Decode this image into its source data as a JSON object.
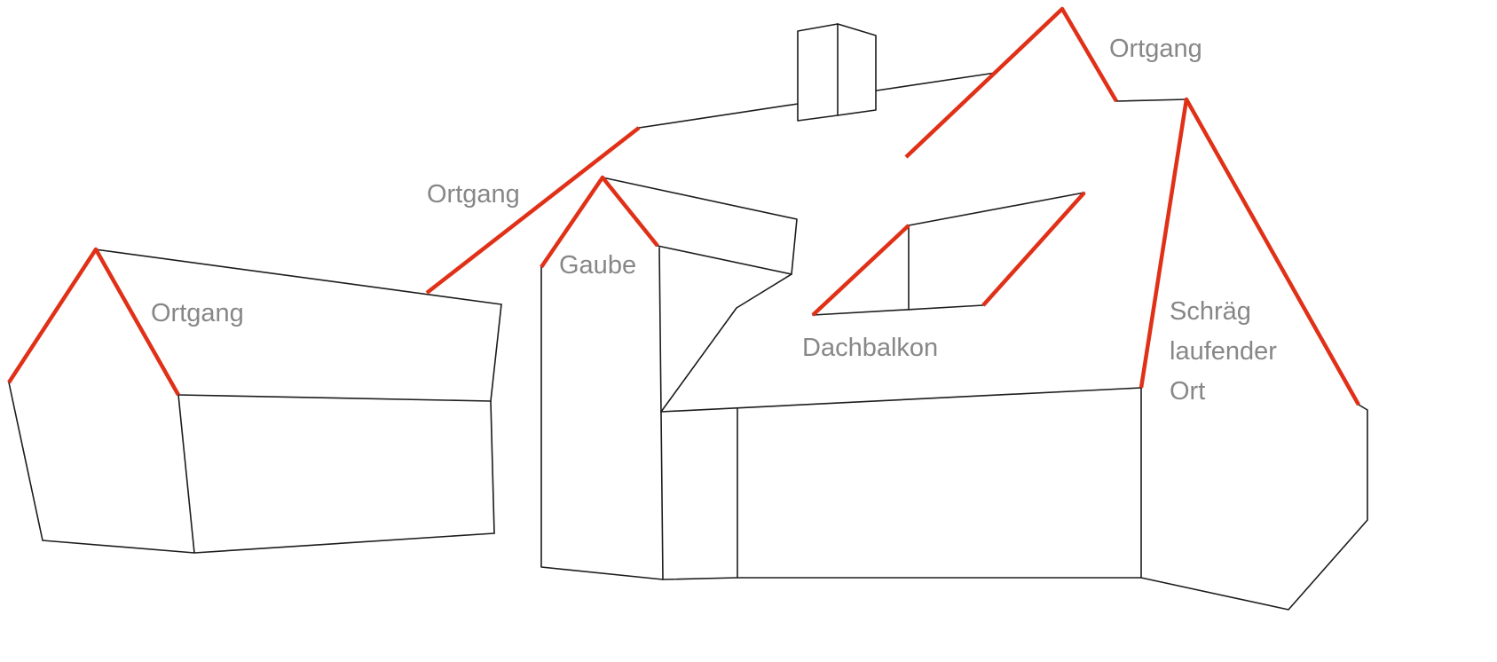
{
  "diagram": {
    "colors": {
      "highlight_red": "#e03118",
      "outline": "#1c1c1c",
      "label_gray": "#878787",
      "background": "#ffffff"
    },
    "labels": [
      {
        "id": "ortgang-left-building",
        "text": "Ortgang"
      },
      {
        "id": "ortgang-main-roof",
        "text": "Ortgang"
      },
      {
        "id": "gaube",
        "text": "Gaube"
      },
      {
        "id": "dachbalkon",
        "text": "Dachbalkon"
      },
      {
        "id": "ortgang-top-gable",
        "text": "Ortgang"
      },
      {
        "id": "schraeg-laufender-ort",
        "lines": [
          "Schräg",
          "laufender",
          "Ort"
        ]
      }
    ]
  }
}
